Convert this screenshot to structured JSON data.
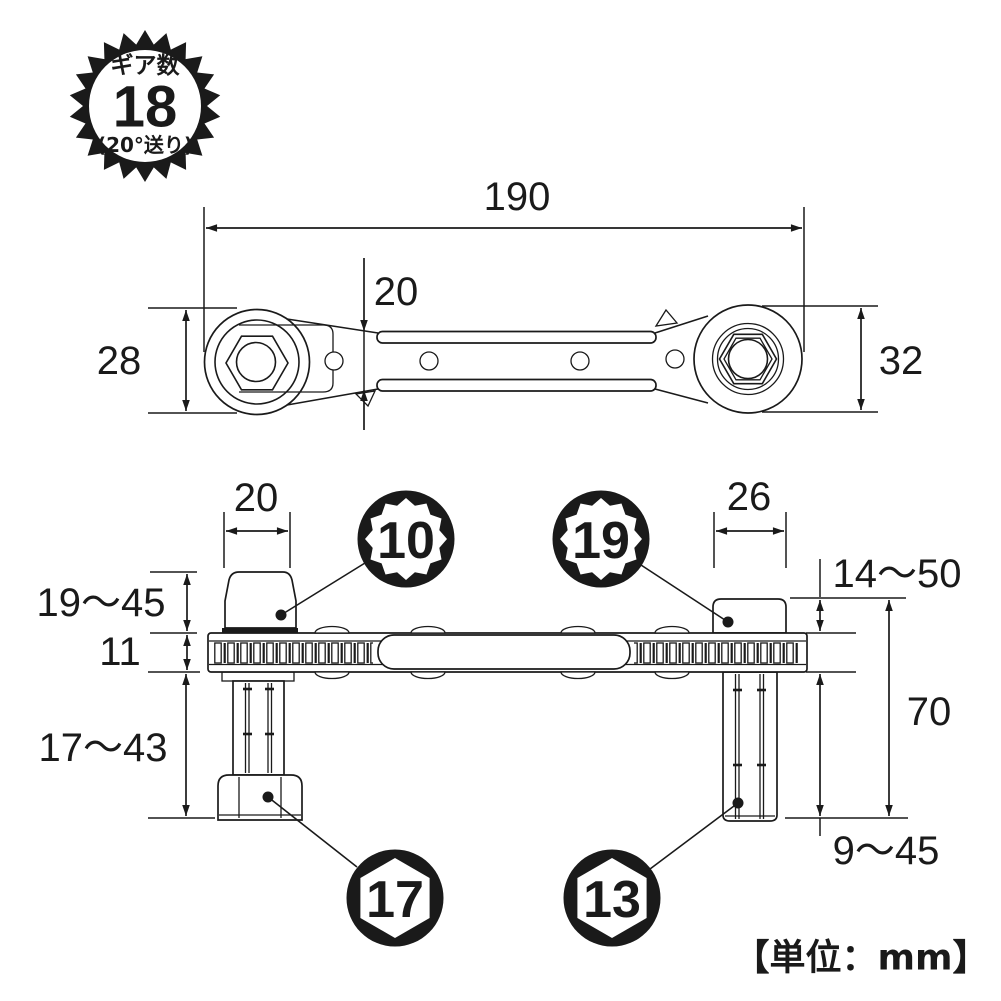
{
  "page": {
    "background": "#ffffff",
    "ink": "#1a1a1a"
  },
  "gear_badge": {
    "label": "ギア数",
    "value": "18",
    "note": "(20°送り)"
  },
  "unit_note": "【単位：mm】",
  "side_view": {
    "overall_length_mm": "190",
    "drive_height_mm": "20",
    "left_head_diameter_mm": "28",
    "right_head_diameter_mm": "32"
  },
  "front_view": {
    "left_drive_width_mm": "20",
    "right_drive_width_mm": "26",
    "upper_left_socket_range_mm": "19〜45",
    "body_thickness_mm": "11",
    "lower_left_socket_range_mm": "17〜43",
    "upper_right_socket_range_mm": "14〜50",
    "overall_height_mm": "70",
    "lower_right_socket_range_mm": "9〜45"
  },
  "socket_callouts": {
    "upper_left": {
      "size": "10",
      "type": "12pt"
    },
    "upper_right": {
      "size": "19",
      "type": "12pt"
    },
    "lower_left": {
      "size": "17",
      "type": "hex"
    },
    "lower_right": {
      "size": "13",
      "type": "hex"
    }
  }
}
